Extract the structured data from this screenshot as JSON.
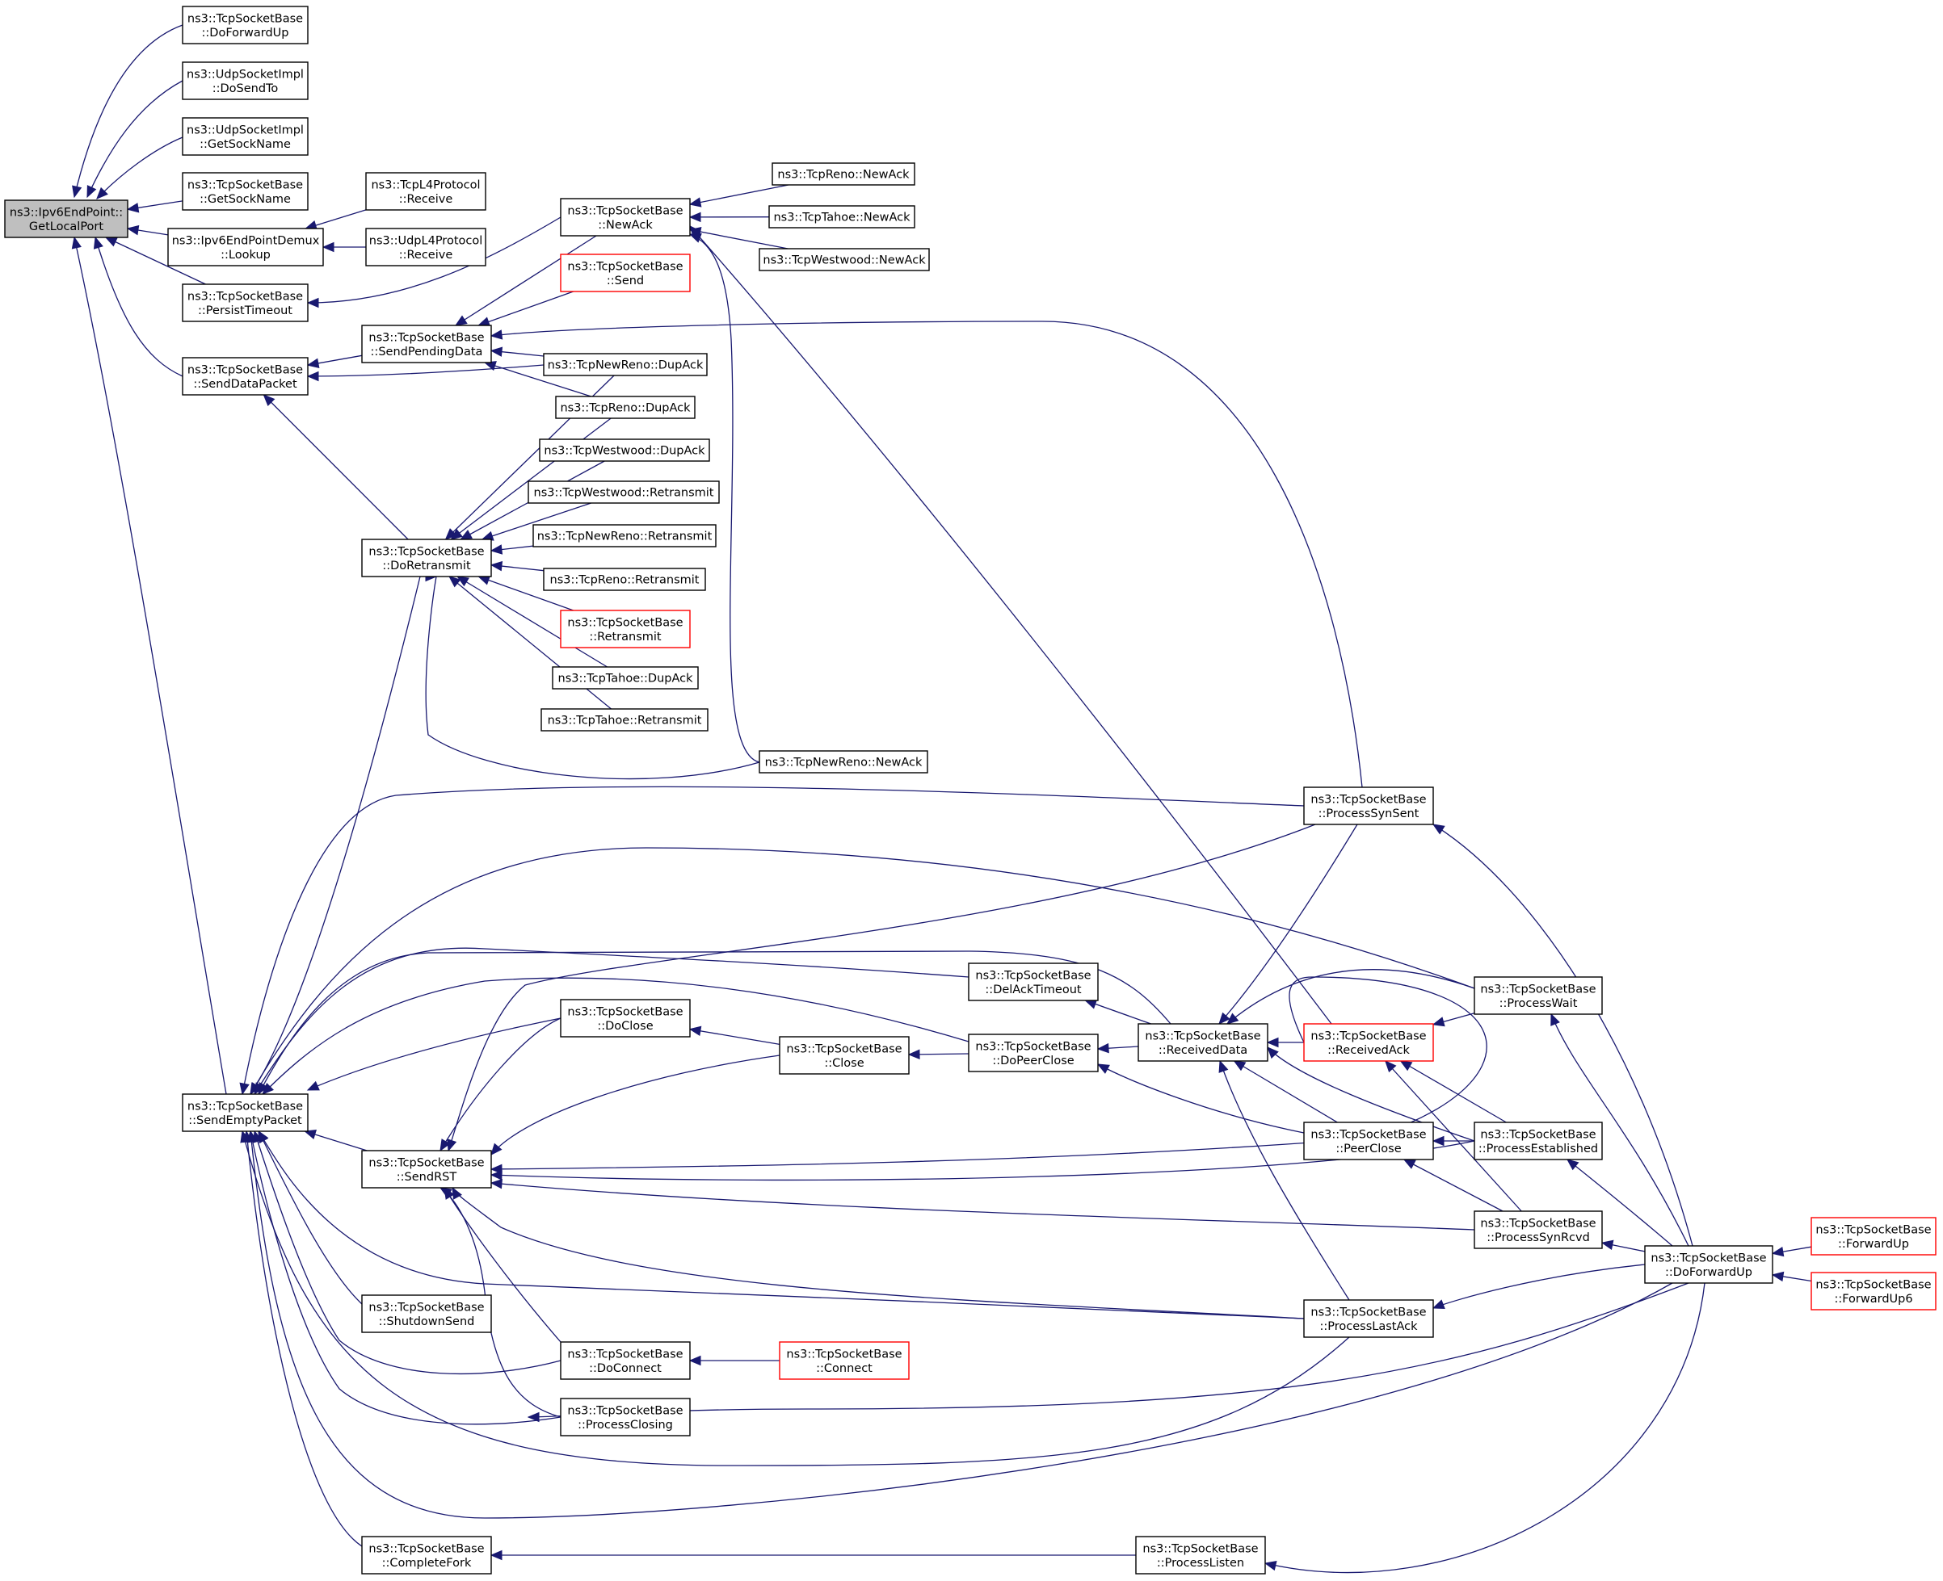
{
  "diagram": {
    "colors": {
      "edge": "#191970",
      "node_border": "#000000",
      "truncated_border": "#ff0000",
      "focus_fill": "#bfbfbf",
      "background": "#ffffff"
    },
    "nodes": [
      {
        "id": "gl",
        "lines": [
          "ns3::Ipv6EndPoint::",
          "GetLocalPort"
        ],
        "style": "focus"
      },
      {
        "id": "tsb_dfu",
        "lines": [
          "ns3::TcpSocketBase",
          "::DoForwardUp"
        ]
      },
      {
        "id": "udp_dst",
        "lines": [
          "ns3::UdpSocketImpl",
          "::DoSendTo"
        ]
      },
      {
        "id": "udp_gsn",
        "lines": [
          "ns3::UdpSocketImpl",
          "::GetSockName"
        ]
      },
      {
        "id": "tsb_gsn",
        "lines": [
          "ns3::TcpSocketBase",
          "::GetSockName"
        ]
      },
      {
        "id": "demux",
        "lines": [
          "ns3::Ipv6EndPointDemux",
          "::Lookup"
        ]
      },
      {
        "id": "tsb_pt",
        "lines": [
          "ns3::TcpSocketBase",
          "::PersistTimeout"
        ]
      },
      {
        "id": "tsb_sdp",
        "lines": [
          "ns3::TcpSocketBase",
          "::SendDataPacket"
        ]
      },
      {
        "id": "tsb_sep",
        "lines": [
          "ns3::TcpSocketBase",
          "::SendEmptyPacket"
        ]
      },
      {
        "id": "tcpl4",
        "lines": [
          "ns3::TcpL4Protocol",
          "::Receive"
        ]
      },
      {
        "id": "udpl4",
        "lines": [
          "ns3::UdpL4Protocol",
          "::Receive"
        ]
      },
      {
        "id": "tsb_spd",
        "lines": [
          "ns3::TcpSocketBase",
          "::SendPendingData"
        ]
      },
      {
        "id": "tsb_dr",
        "lines": [
          "ns3::TcpSocketBase",
          "::DoRetransmit"
        ]
      },
      {
        "id": "tsb_rst",
        "lines": [
          "ns3::TcpSocketBase",
          "::SendRST"
        ]
      },
      {
        "id": "tsb_shs",
        "lines": [
          "ns3::TcpSocketBase",
          "::ShutdownSend"
        ]
      },
      {
        "id": "tsb_cf",
        "lines": [
          "ns3::TcpSocketBase",
          "::CompleteFork"
        ]
      },
      {
        "id": "tsb_na",
        "lines": [
          "ns3::TcpSocketBase",
          "::NewAck"
        ]
      },
      {
        "id": "tsb_send",
        "lines": [
          "ns3::TcpSocketBase",
          "::Send"
        ],
        "style": "red"
      },
      {
        "id": "nr_da",
        "lines": [
          "ns3::TcpNewReno::DupAck"
        ]
      },
      {
        "id": "reno_da",
        "lines": [
          "ns3::TcpReno::DupAck"
        ]
      },
      {
        "id": "ww_da",
        "lines": [
          "ns3::TcpWestwood::DupAck"
        ]
      },
      {
        "id": "ww_rt",
        "lines": [
          "ns3::TcpWestwood::Retransmit"
        ]
      },
      {
        "id": "nr_rt",
        "lines": [
          "ns3::TcpNewReno::Retransmit"
        ]
      },
      {
        "id": "reno_rt",
        "lines": [
          "ns3::TcpReno::Retransmit"
        ]
      },
      {
        "id": "tsb_rt",
        "lines": [
          "ns3::TcpSocketBase",
          "::Retransmit"
        ],
        "style": "red"
      },
      {
        "id": "tahoe_da",
        "lines": [
          "ns3::TcpTahoe::DupAck"
        ]
      },
      {
        "id": "tahoe_rt",
        "lines": [
          "ns3::TcpTahoe::Retransmit"
        ]
      },
      {
        "id": "tsb_dc",
        "lines": [
          "ns3::TcpSocketBase",
          "::DoClose"
        ]
      },
      {
        "id": "tsb_dcon",
        "lines": [
          "ns3::TcpSocketBase",
          "::DoConnect"
        ]
      },
      {
        "id": "tsb_pc",
        "lines": [
          "ns3::TcpSocketBase",
          "::ProcessClosing"
        ]
      },
      {
        "id": "reno_na",
        "lines": [
          "ns3::TcpReno::NewAck"
        ]
      },
      {
        "id": "tahoe_na",
        "lines": [
          "ns3::TcpTahoe::NewAck"
        ]
      },
      {
        "id": "ww_na",
        "lines": [
          "ns3::TcpWestwood::NewAck"
        ]
      },
      {
        "id": "nr_na",
        "lines": [
          "ns3::TcpNewReno::NewAck"
        ]
      },
      {
        "id": "tsb_close",
        "lines": [
          "ns3::TcpSocketBase",
          "::Close"
        ]
      },
      {
        "id": "tsb_connect",
        "lines": [
          "ns3::TcpSocketBase",
          "::Connect"
        ],
        "style": "red"
      },
      {
        "id": "tsb_dat",
        "lines": [
          "ns3::TcpSocketBase",
          "::DelAckTimeout"
        ]
      },
      {
        "id": "tsb_dpc",
        "lines": [
          "ns3::TcpSocketBase",
          "::DoPeerClose"
        ]
      },
      {
        "id": "tsb_pl",
        "lines": [
          "ns3::TcpSocketBase",
          "::ProcessListen"
        ]
      },
      {
        "id": "tsb_rd",
        "lines": [
          "ns3::TcpSocketBase",
          "::ReceivedData"
        ]
      },
      {
        "id": "tsb_ra",
        "lines": [
          "ns3::TcpSocketBase",
          "::ReceivedAck"
        ],
        "style": "red"
      },
      {
        "id": "tsb_ss",
        "lines": [
          "ns3::TcpSocketBase",
          "::ProcessSynSent"
        ]
      },
      {
        "id": "tsb_pcl",
        "lines": [
          "ns3::TcpSocketBase",
          "::PeerClose"
        ]
      },
      {
        "id": "tsb_pla",
        "lines": [
          "ns3::TcpSocketBase",
          "::ProcessLastAck"
        ]
      },
      {
        "id": "tsb_pw",
        "lines": [
          "ns3::TcpSocketBase",
          "::ProcessWait"
        ]
      },
      {
        "id": "tsb_pe",
        "lines": [
          "ns3::TcpSocketBase",
          "::ProcessEstablished"
        ]
      },
      {
        "id": "tsb_psr",
        "lines": [
          "ns3::TcpSocketBase",
          "::ProcessSynRcvd"
        ]
      },
      {
        "id": "tsb_dfu2",
        "lines": [
          "ns3::TcpSocketBase",
          "::DoForwardUp"
        ]
      },
      {
        "id": "tsb_fu",
        "lines": [
          "ns3::TcpSocketBase",
          "::ForwardUp"
        ],
        "style": "red"
      },
      {
        "id": "tsb_fu6",
        "lines": [
          "ns3::TcpSocketBase",
          "::ForwardUp6"
        ],
        "style": "red"
      }
    ],
    "edges": [
      [
        "tsb_dfu",
        "gl"
      ],
      [
        "udp_dst",
        "gl"
      ],
      [
        "udp_gsn",
        "gl"
      ],
      [
        "tsb_gsn",
        "gl"
      ],
      [
        "demux",
        "gl"
      ],
      [
        "tsb_pt",
        "gl"
      ],
      [
        "tsb_sdp",
        "gl"
      ],
      [
        "tsb_sep",
        "gl"
      ],
      [
        "tcpl4",
        "demux"
      ],
      [
        "udpl4",
        "demux"
      ],
      [
        "tsb_na",
        "tsb_pt"
      ],
      [
        "tsb_spd",
        "tsb_sdp"
      ],
      [
        "nr_da",
        "tsb_sdp"
      ],
      [
        "tsb_dr",
        "tsb_sdp"
      ],
      [
        "tsb_na",
        "tsb_spd"
      ],
      [
        "tsb_send",
        "tsb_spd"
      ],
      [
        "nr_da",
        "tsb_spd"
      ],
      [
        "reno_da",
        "tsb_spd"
      ],
      [
        "tsb_ss",
        "tsb_spd"
      ],
      [
        "reno_na",
        "tsb_na"
      ],
      [
        "tahoe_na",
        "tsb_na"
      ],
      [
        "ww_na",
        "tsb_na"
      ],
      [
        "nr_na",
        "tsb_na"
      ],
      [
        "tsb_ra",
        "tsb_na"
      ],
      [
        "nr_da",
        "tsb_dr"
      ],
      [
        "reno_da",
        "tsb_dr"
      ],
      [
        "ww_da",
        "tsb_dr"
      ],
      [
        "ww_rt",
        "tsb_dr"
      ],
      [
        "nr_rt",
        "tsb_dr"
      ],
      [
        "reno_rt",
        "tsb_dr"
      ],
      [
        "tsb_rt",
        "tsb_dr"
      ],
      [
        "tahoe_da",
        "tsb_dr"
      ],
      [
        "tahoe_rt",
        "tsb_dr"
      ],
      [
        "nr_na",
        "tsb_dr"
      ],
      [
        "tsb_dr",
        "tsb_sep"
      ],
      [
        "tsb_rst",
        "tsb_sep"
      ],
      [
        "tsb_dc",
        "tsb_sep"
      ],
      [
        "tsb_shs",
        "tsb_sep"
      ],
      [
        "tsb_cf",
        "tsb_sep"
      ],
      [
        "tsb_dcon",
        "tsb_sep"
      ],
      [
        "tsb_pc",
        "tsb_sep"
      ],
      [
        "tsb_ss",
        "tsb_sep"
      ],
      [
        "tsb_pw",
        "tsb_sep"
      ],
      [
        "tsb_dat",
        "tsb_sep"
      ],
      [
        "tsb_rd",
        "tsb_sep"
      ],
      [
        "tsb_dpc",
        "tsb_sep"
      ],
      [
        "tsb_pla",
        "tsb_sep"
      ],
      [
        "tsb_pla",
        "tsb_sep"
      ],
      [
        "tsb_dfu2",
        "tsb_sep"
      ],
      [
        "tsb_dc",
        "tsb_rst"
      ],
      [
        "tsb_close",
        "tsb_rst"
      ],
      [
        "tsb_ss",
        "tsb_rst"
      ],
      [
        "tsb_ra",
        "tsb_rst"
      ],
      [
        "tsb_pe",
        "tsb_rst"
      ],
      [
        "tsb_psr",
        "tsb_rst"
      ],
      [
        "tsb_pla",
        "tsb_rst"
      ],
      [
        "tsb_dcon",
        "tsb_rst"
      ],
      [
        "tsb_pc",
        "tsb_rst"
      ],
      [
        "tsb_close",
        "tsb_dc"
      ],
      [
        "tsb_dpc",
        "tsb_close"
      ],
      [
        "tsb_connect",
        "tsb_dcon"
      ],
      [
        "tsb_dfu2",
        "tsb_pc"
      ],
      [
        "tsb_pl",
        "tsb_cf"
      ],
      [
        "tsb_rd",
        "tsb_dat"
      ],
      [
        "tsb_rd",
        "tsb_dpc"
      ],
      [
        "tsb_pcl",
        "tsb_dpc"
      ],
      [
        "tsb_ra",
        "tsb_rd"
      ],
      [
        "tsb_ss",
        "tsb_rd"
      ],
      [
        "tsb_pw",
        "tsb_rd"
      ],
      [
        "tsb_pe",
        "tsb_rd"
      ],
      [
        "tsb_pcl",
        "tsb_rd"
      ],
      [
        "tsb_pla",
        "tsb_rd"
      ],
      [
        "tsb_pw",
        "tsb_ra"
      ],
      [
        "tsb_pe",
        "tsb_ra"
      ],
      [
        "tsb_psr",
        "tsb_ra"
      ],
      [
        "tsb_pe",
        "tsb_pcl"
      ],
      [
        "tsb_psr",
        "tsb_pcl"
      ],
      [
        "tsb_dfu2",
        "tsb_ss"
      ],
      [
        "tsb_dfu2",
        "tsb_pw"
      ],
      [
        "tsb_dfu2",
        "tsb_pe"
      ],
      [
        "tsb_dfu2",
        "tsb_psr"
      ],
      [
        "tsb_dfu2",
        "tsb_pla"
      ],
      [
        "tsb_dfu2",
        "tsb_pl"
      ],
      [
        "tsb_fu",
        "tsb_dfu2"
      ],
      [
        "tsb_fu6",
        "tsb_dfu2"
      ]
    ]
  }
}
